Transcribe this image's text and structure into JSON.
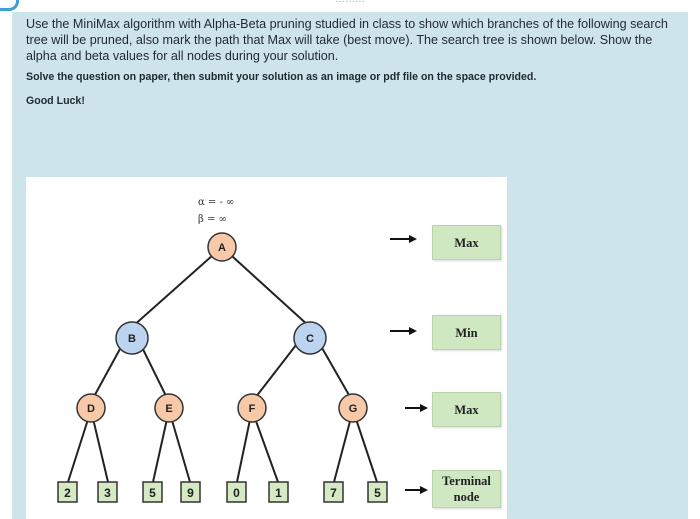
{
  "page": {
    "top_cut_text": "………",
    "instructions": "Use the MiniMax algorithm with Alpha-Beta pruning studied in class to show which branches of the following search tree will be pruned, also mark the path that Max will take (best move). The search tree is shown below. Show the alpha and beta values for all nodes during your solution.",
    "submit_note": "Solve the question on paper, then submit your solution as an image or pdf file on the space provided.",
    "good_luck": "Good Luck!"
  },
  "tree": {
    "alpha_text": "α = - ∞",
    "beta_text": "β =  ∞",
    "nodes": {
      "A": "A",
      "B": "B",
      "C": "C",
      "D": "D",
      "E": "E",
      "F": "F",
      "G": "G"
    },
    "leaves": [
      "2",
      "3",
      "5",
      "9",
      "0",
      "1",
      "7",
      "5"
    ],
    "level_labels": {
      "max_top": "Max",
      "min": "Min",
      "max_bottom": "Max",
      "terminal_line1": "Terminal",
      "terminal_line2": "node"
    },
    "colors": {
      "max_node": "#f8c9a8",
      "min_node": "#bcd4ef",
      "leaf_box": "#d4e9c4",
      "label_box": "#cfe8c2"
    }
  }
}
